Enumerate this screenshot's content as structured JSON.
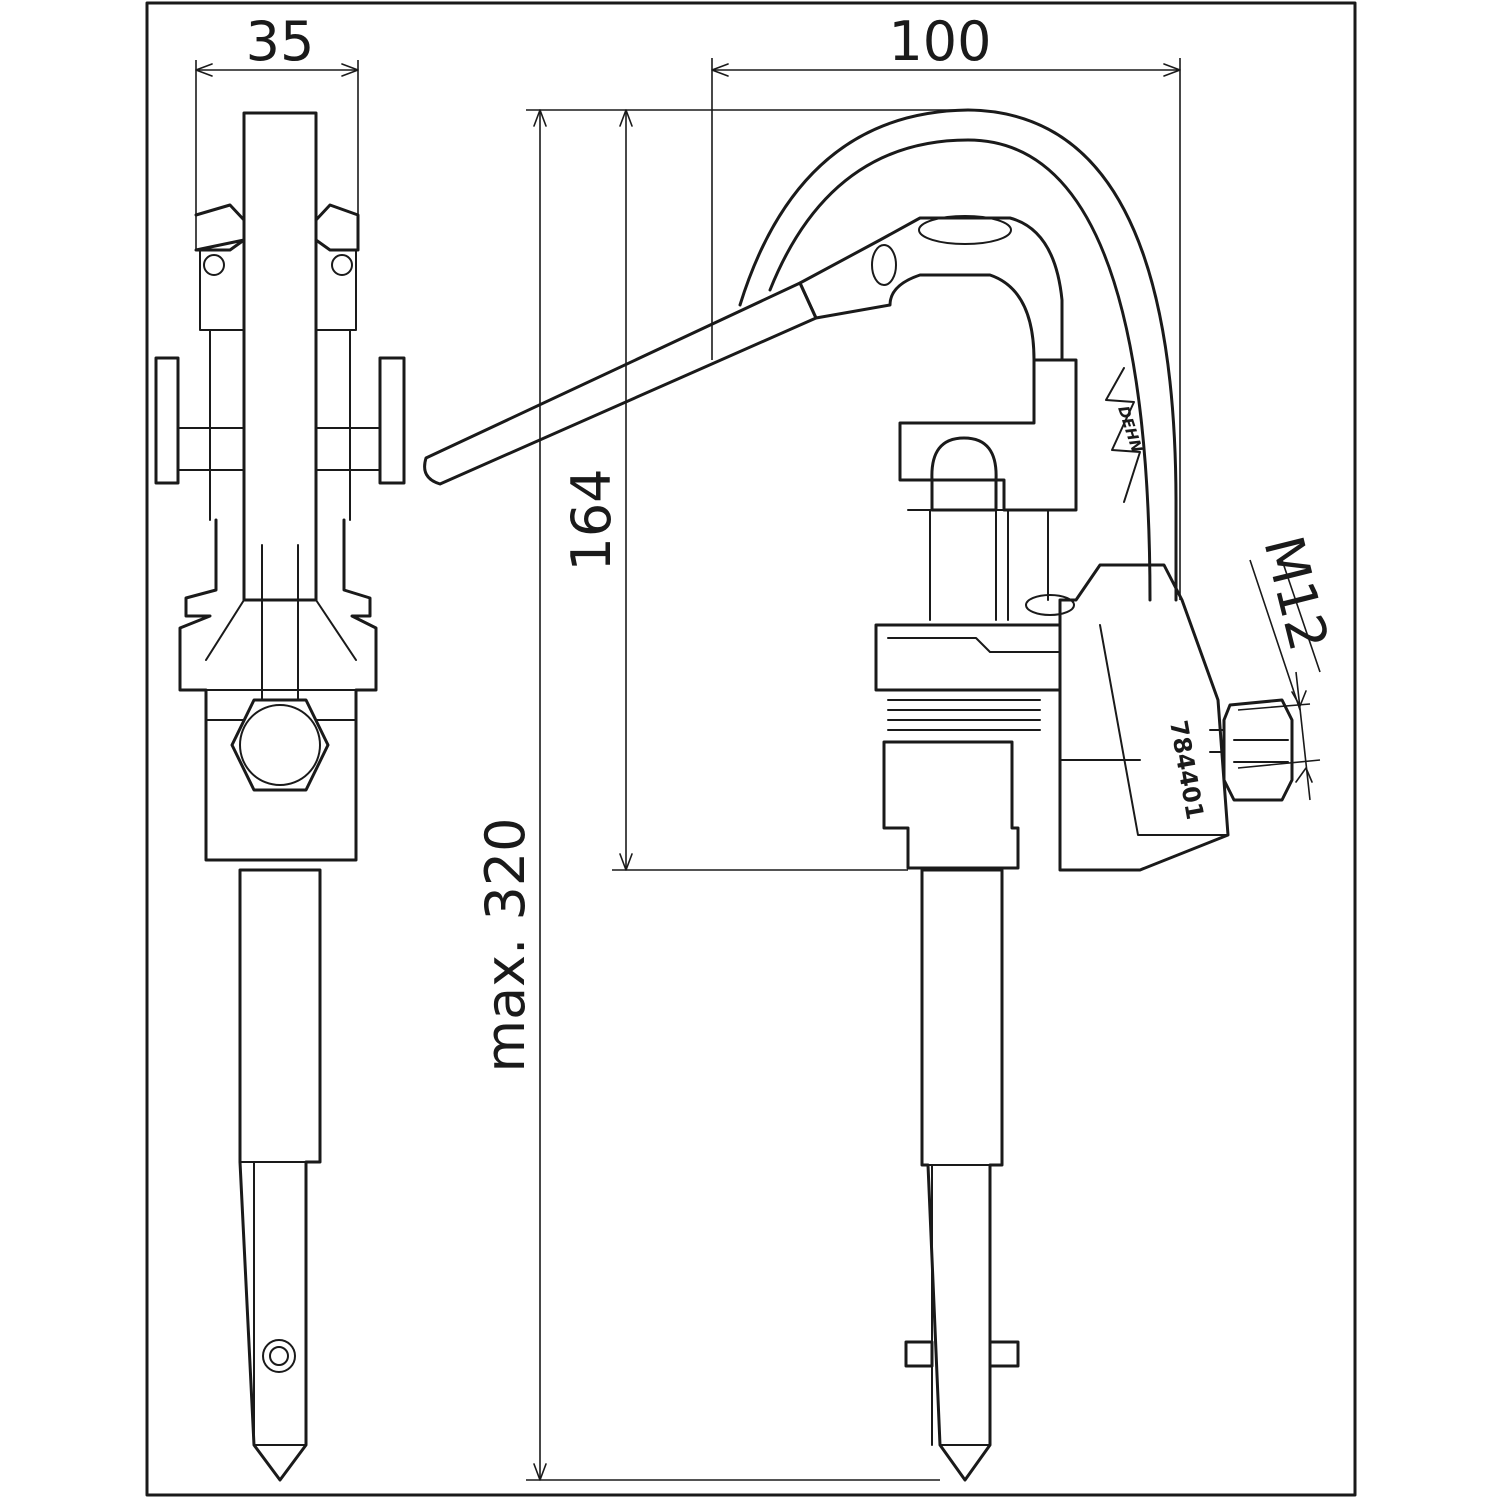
{
  "dimensions": {
    "width_top_view": "35",
    "width_side_view": "100",
    "height_clamp": "164",
    "height_total": "max. 320",
    "thread": "M12"
  },
  "part_number": "784401",
  "logo_text": "DEHN",
  "colors": {
    "line": "#1a1a1a",
    "background": "#ffffff"
  }
}
